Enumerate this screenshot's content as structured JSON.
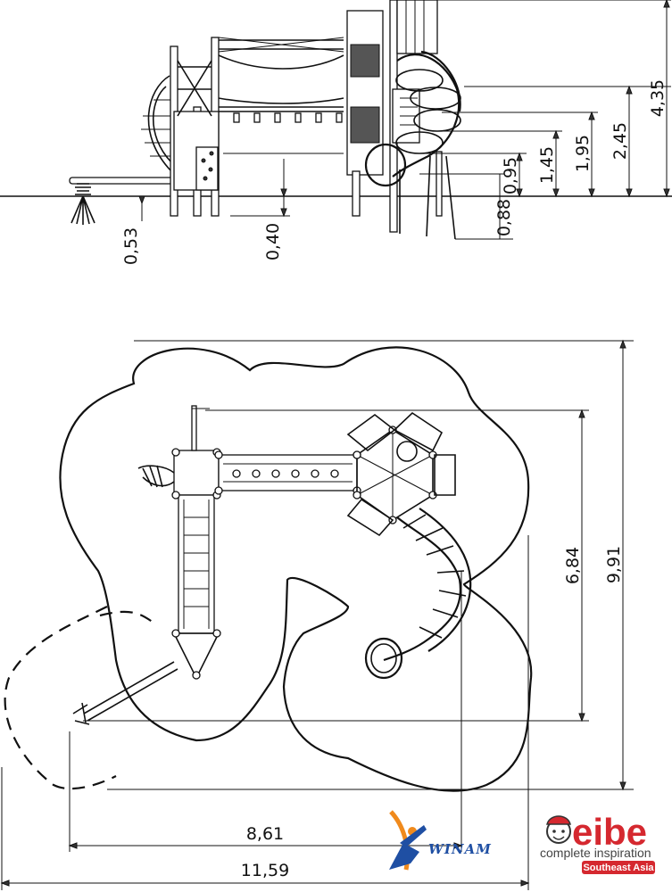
{
  "elevation_dimensions": {
    "height_total": "4,35",
    "height_2": "2,45",
    "height_3": "1,95",
    "height_4": "1,45",
    "height_5": "0,95",
    "depth_1": "0,88",
    "depth_2": "0,53",
    "depth_3": "0,40"
  },
  "plan_dimensions": {
    "depth_total": "9,91",
    "depth_equipment": "6,84",
    "width_equipment": "8,61",
    "width_total": "11,59"
  },
  "logos": {
    "winam_text": "WINAM",
    "eibe_text": "eibe",
    "eibe_tagline": "complete inspiration",
    "eibe_region": "Southeast Asia",
    "colors": {
      "winam_blue": "#1f4fa3",
      "winam_orange": "#f08a1c",
      "eibe_red": "#d5282f"
    }
  }
}
